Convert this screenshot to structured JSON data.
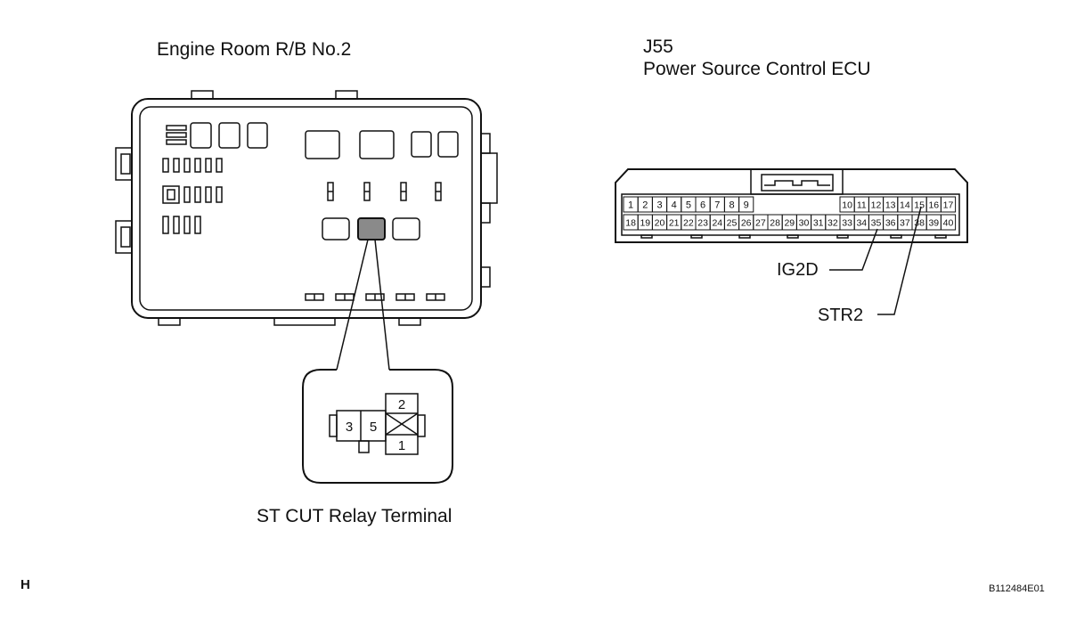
{
  "relay_block": {
    "title": "Engine Room R/B No.2",
    "caption": "ST CUT Relay Terminal",
    "relay_terminals": [
      "3",
      "5",
      "2",
      "1"
    ]
  },
  "ecu": {
    "connector_code": "J55",
    "name": "Power Source Control ECU",
    "pins_top": [
      "1",
      "2",
      "3",
      "4",
      "5",
      "6",
      "7",
      "8",
      "9",
      "10",
      "11",
      "12",
      "13",
      "14",
      "15",
      "16",
      "17"
    ],
    "pins_bottom": [
      "18",
      "19",
      "20",
      "21",
      "22",
      "23",
      "24",
      "25",
      "26",
      "27",
      "28",
      "29",
      "30",
      "31",
      "32",
      "33",
      "34",
      "35",
      "36",
      "37",
      "38",
      "39",
      "40"
    ],
    "callouts": {
      "ig2d": "IG2D",
      "str2": "STR2"
    }
  },
  "footer": {
    "corner_letter": "H",
    "figure_code": "B112484E01"
  }
}
